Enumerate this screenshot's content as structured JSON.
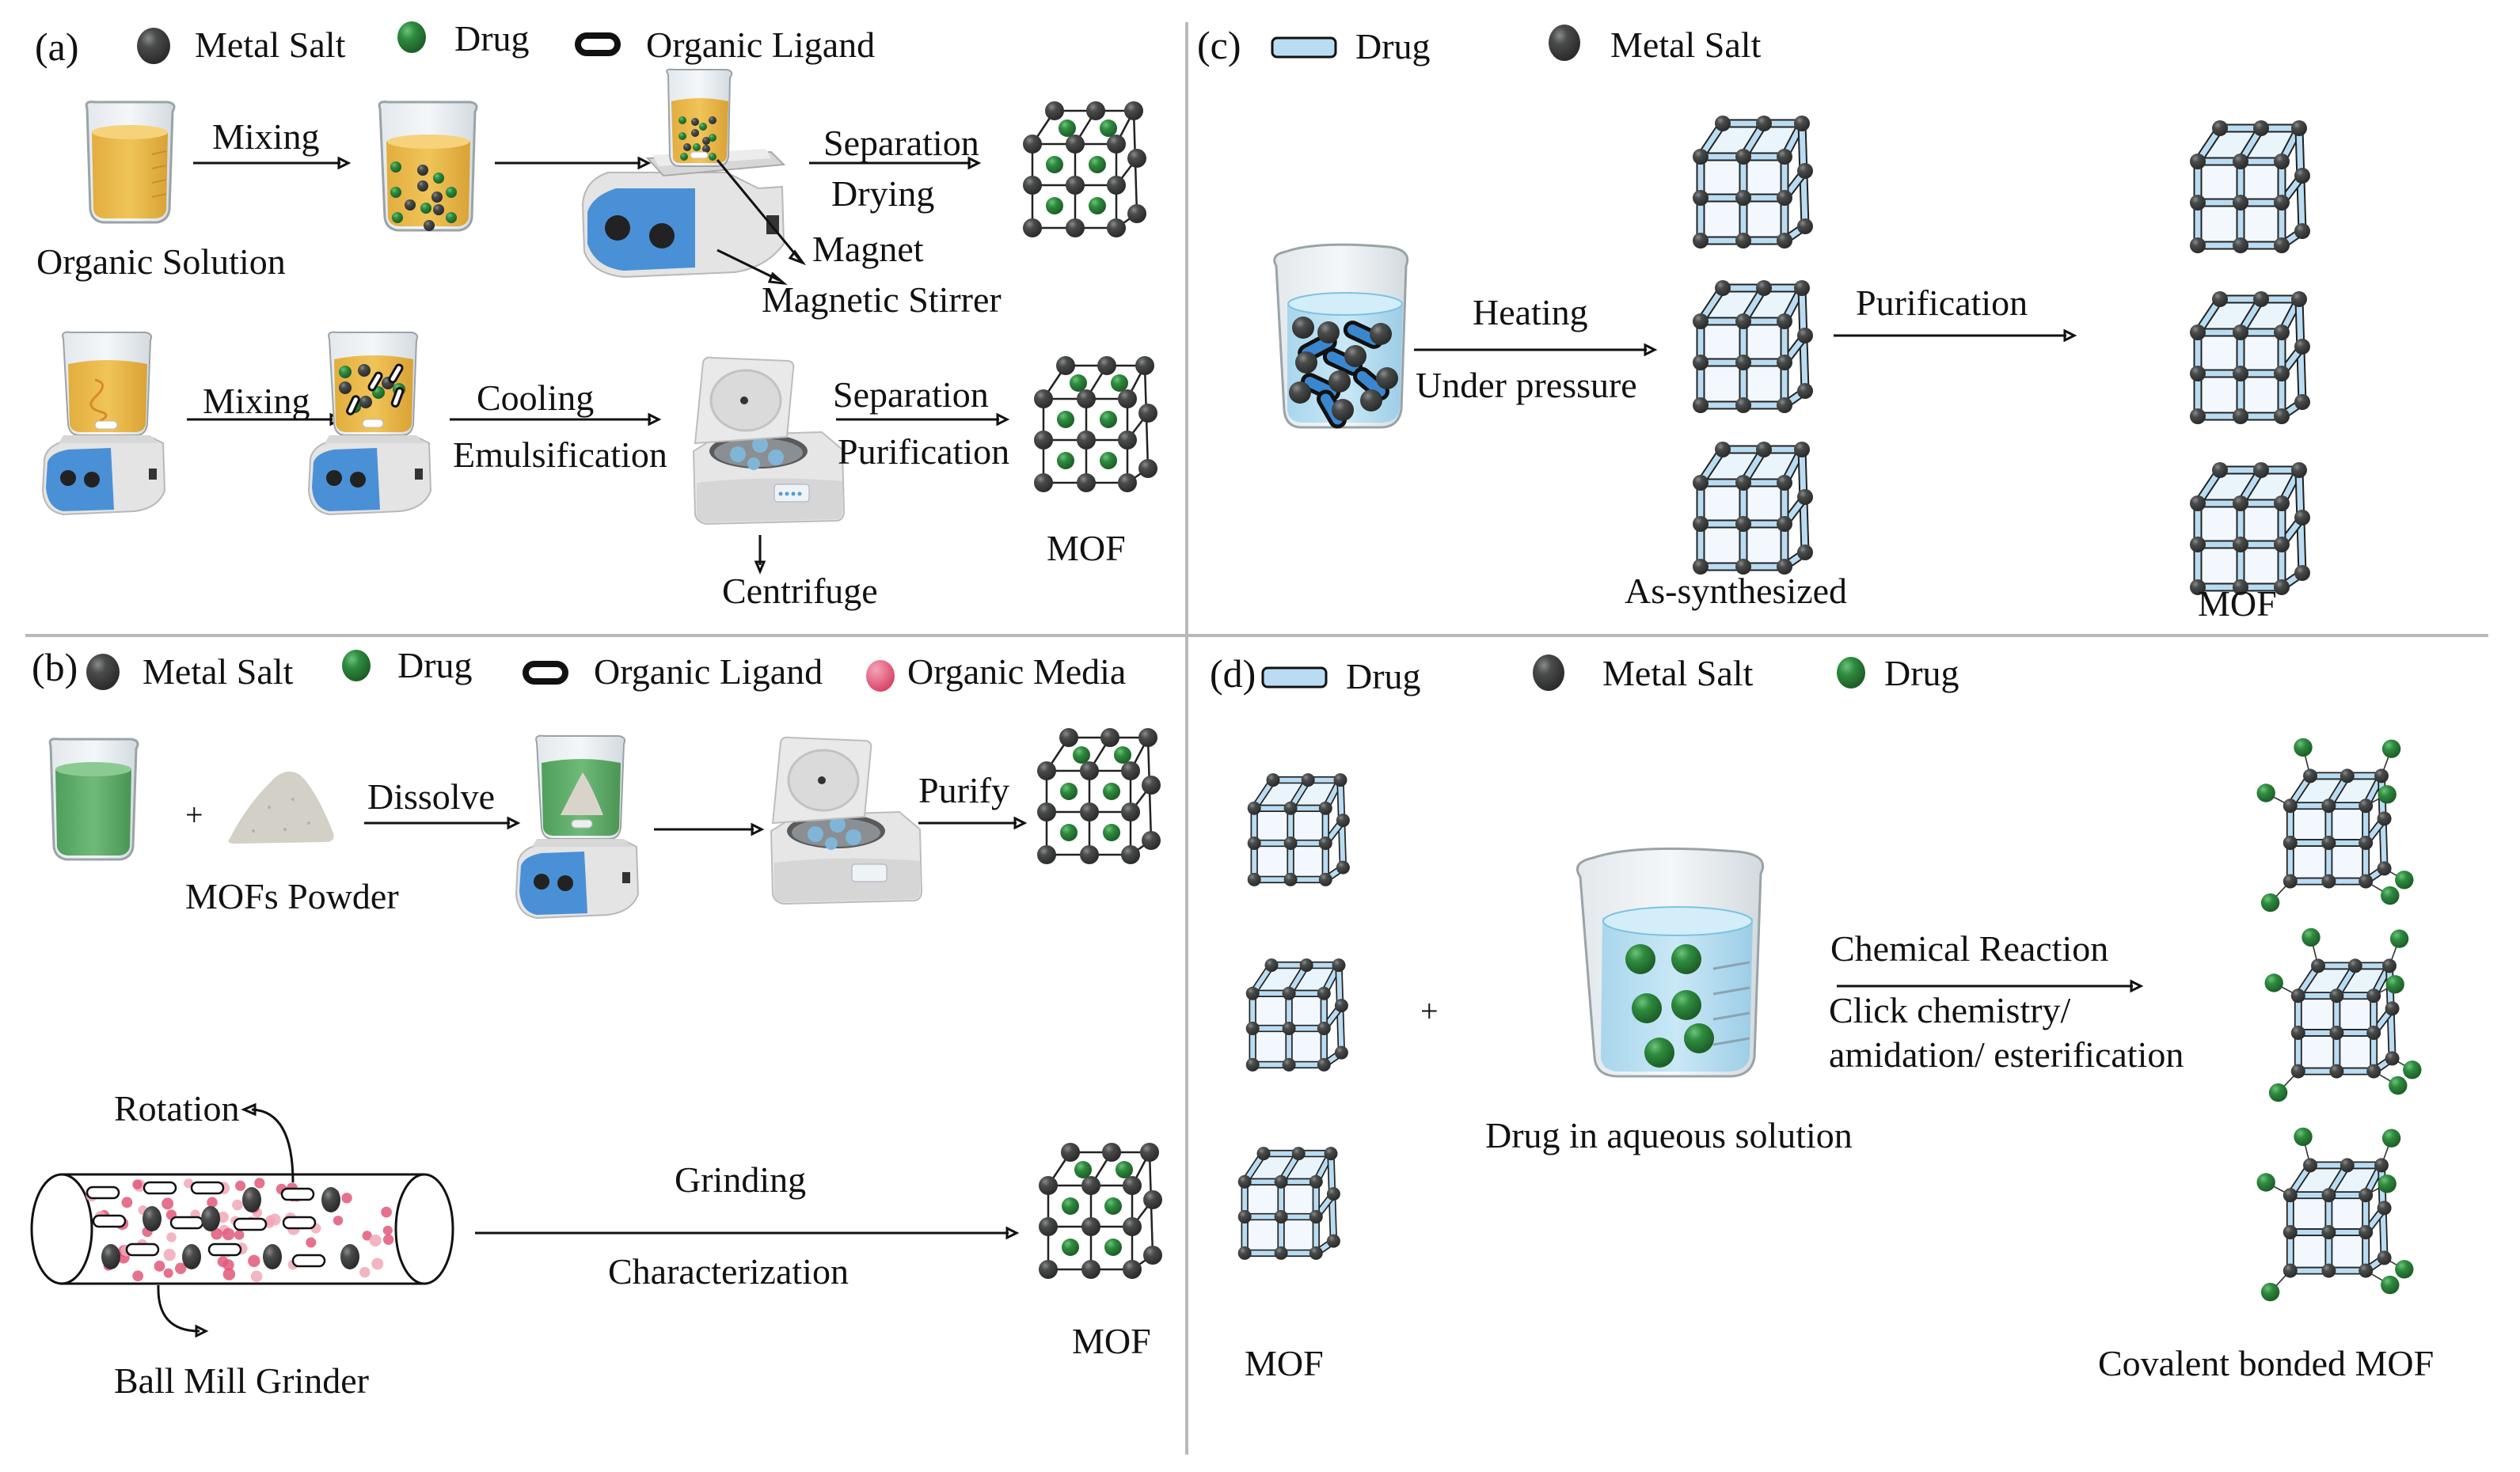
{
  "figure": {
    "panels": {
      "a": {
        "label": "(a)",
        "legend": [
          {
            "icon": "metal-salt-icon",
            "label": "Metal Salt"
          },
          {
            "icon": "drug-sphere-icon",
            "label": "Drug"
          },
          {
            "icon": "organic-ligand-icon",
            "label": "Organic Ligand"
          }
        ],
        "row1": {
          "start_label": "Organic Solution",
          "step1": "Mixing",
          "step3_top": "Separation",
          "step3_bottom": "Drying",
          "callout_magnet": "Magnet",
          "callout_stirrer": "Magnetic Stirrer"
        },
        "row2": {
          "step1": "Mixing",
          "step2_top": "Cooling",
          "step2_bottom": "Emulsification",
          "step3_top": "Separation",
          "step3_bottom": "Purification",
          "callout_centrifuge": "Centrifuge",
          "product_label": "MOF"
        }
      },
      "b": {
        "label": "(b)",
        "legend": [
          {
            "icon": "metal-salt-icon",
            "label": "Metal Salt"
          },
          {
            "icon": "drug-sphere-icon",
            "label": "Drug"
          },
          {
            "icon": "organic-ligand-icon",
            "label": "Organic Ligand"
          },
          {
            "icon": "organic-media-icon",
            "label": "Organic Media"
          }
        ],
        "row1": {
          "plus": "+",
          "powder_label": "MOFs Powder",
          "step1": "Dissolve",
          "step3": "Purify"
        },
        "row2": {
          "rotation_label": "Rotation",
          "grinder_label": "Ball Mill Grinder",
          "step_top": "Grinding",
          "step_bottom": "Characterization",
          "product_label": "MOF"
        }
      },
      "c": {
        "label": "(c)",
        "legend": [
          {
            "icon": "drug-rod-icon",
            "label": "Drug"
          },
          {
            "icon": "metal-salt-icon",
            "label": "Metal Salt"
          }
        ],
        "step1_top": "Heating",
        "step1_bottom": "Under pressure",
        "step2": "Purification",
        "intermediate_label": "As-synthesized",
        "product_label": "MOF"
      },
      "d": {
        "label": "(d)",
        "legend": [
          {
            "icon": "drug-rod-icon",
            "label": "Drug"
          },
          {
            "icon": "metal-salt-icon",
            "label": "Metal Salt"
          },
          {
            "icon": "drug-sphere-icon",
            "label": "Drug"
          }
        ],
        "plus": "+",
        "reactant_label": "MOF",
        "beaker_label": "Drug in aqueous solution",
        "step_top": "Chemical Reaction",
        "step_bottom_1": "Click chemistry/",
        "step_bottom_2": "amidation/ esterification",
        "product_label": "Covalent bonded MOF"
      }
    },
    "colors": {
      "metal_salt": "#3d3f3e",
      "drug_green": "#2e8b3e",
      "organic_solution": "#e8b94a",
      "aqueous": "#bfe2f2",
      "mof_strut": "#b9dcf2",
      "stirrer_blue": "#4a90d6",
      "organic_media_pink": "#e8607f",
      "green_solution": "#5fae6a",
      "divider": "#b9b9b9"
    }
  }
}
